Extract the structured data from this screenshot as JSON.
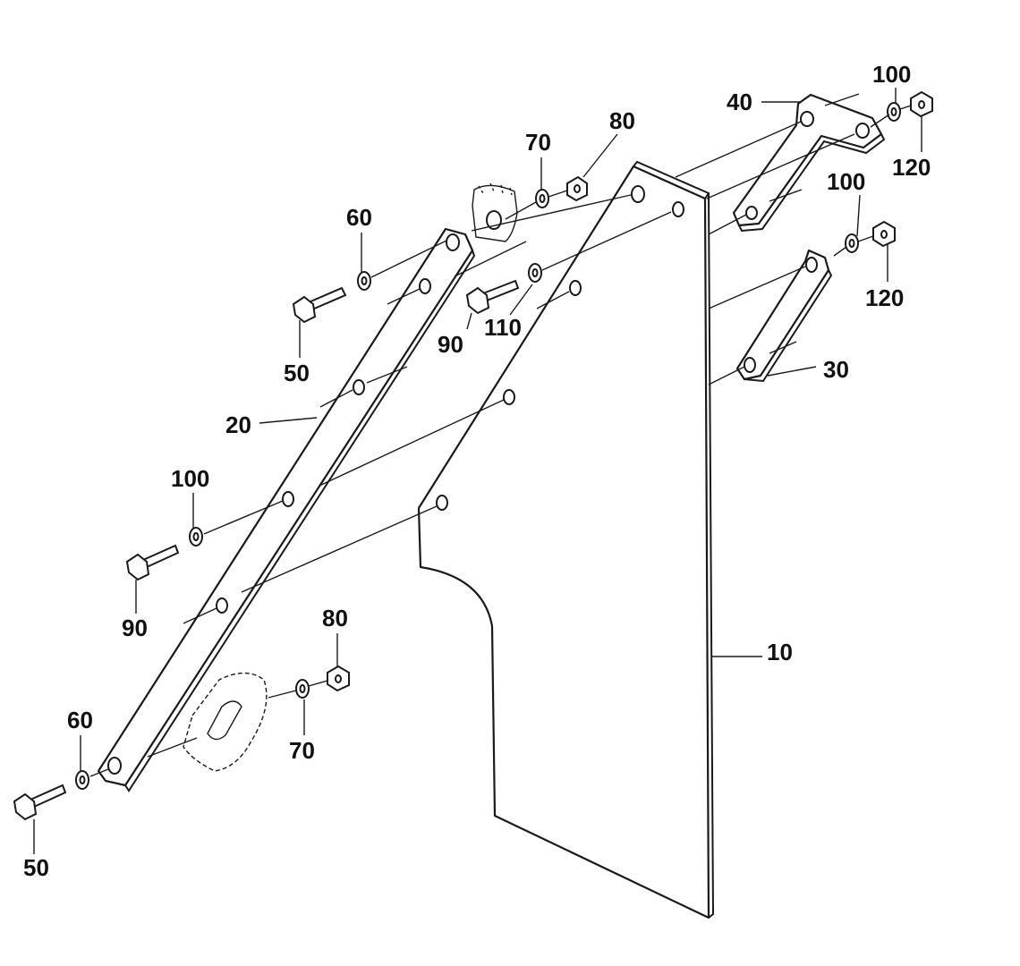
{
  "callouts": {
    "c10": "10",
    "c20": "20",
    "c30": "30",
    "c40": "40",
    "c50_top": "50",
    "c50_bottom": "50",
    "c60_top": "60",
    "c60_bottom": "60",
    "c70_top": "70",
    "c70_bottom": "70",
    "c80_top": "80",
    "c80_bottom": "80",
    "c90_top": "90",
    "c90_left": "90",
    "c100_top_right": "100",
    "c100_mid_right": "100",
    "c100_left": "100",
    "c110": "110",
    "c120_top": "120",
    "c120_mid": "120"
  }
}
